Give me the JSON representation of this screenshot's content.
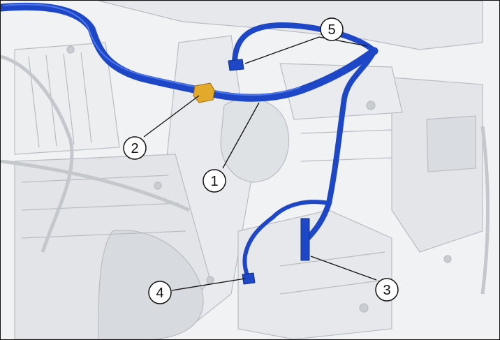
{
  "colors": {
    "background": "#f1f2f4",
    "structure_light": "#e3e5e8",
    "structure_mid": "#d2d5d9",
    "structure_line": "#b9bdc3",
    "harness": "#1e47c8",
    "harness_highlight": "#4f78ea",
    "clip": "#e3a92a",
    "leader": "#111111"
  },
  "callouts": [
    {
      "id": "1",
      "label": "1"
    },
    {
      "id": "2",
      "label": "2"
    },
    {
      "id": "3",
      "label": "3"
    },
    {
      "id": "4",
      "label": "4"
    },
    {
      "id": "5",
      "label": "5"
    }
  ]
}
